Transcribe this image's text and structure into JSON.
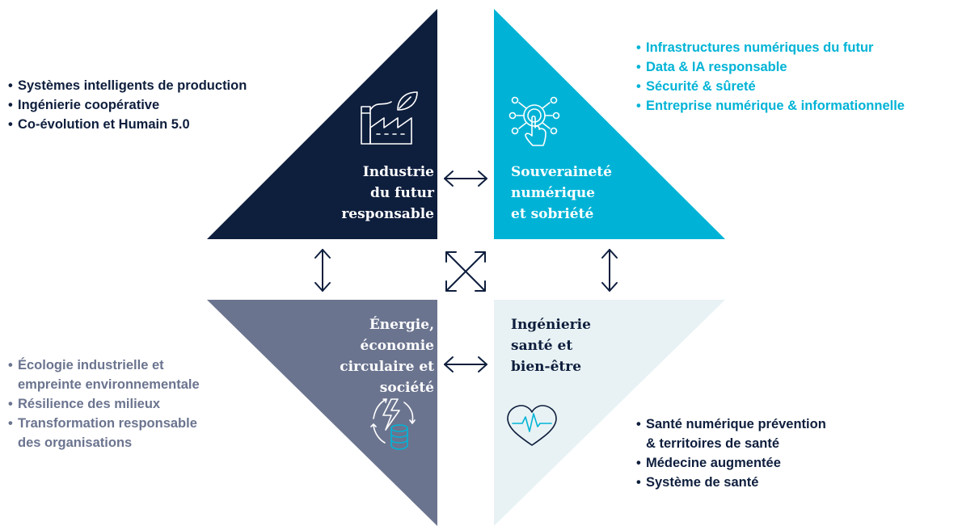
{
  "colors": {
    "industrie": "#0e1e3d",
    "souverainete": "#00b3d6",
    "energie": "#6b748f",
    "sante": "#e8f2f4",
    "arrows": "#0e1e3d"
  },
  "quadrants": {
    "industrie": {
      "title_lines": [
        "Industrie",
        "du futur",
        "responsable"
      ],
      "icon": "factory-leaf-icon",
      "bullets": [
        [
          "Systèmes intelligents de production"
        ],
        [
          "Ingénierie coopérative"
        ],
        [
          "Co-évolution et Humain 5.0"
        ]
      ]
    },
    "souverainete": {
      "title_lines": [
        "Souveraineté",
        "numérique",
        "et sobriété"
      ],
      "icon": "touch-network-icon",
      "bullets": [
        [
          "Infrastructures numériques du futur"
        ],
        [
          "Data & IA responsable"
        ],
        [
          "Sécurité & sûreté"
        ],
        [
          "Entreprise numérique & informationnelle"
        ]
      ]
    },
    "energie": {
      "title_lines": [
        "Énergie,",
        "économie",
        "circulaire et",
        "société"
      ],
      "icon": "energy-cycle-icon",
      "bullets": [
        [
          "Écologie industrielle et",
          "empreinte environnementale"
        ],
        [
          "Résilience des milieux"
        ],
        [
          "Transformation responsable",
          "des organisations"
        ]
      ]
    },
    "sante": {
      "title_lines": [
        "Ingénierie",
        "santé et",
        "bien-être"
      ],
      "icon": "heart-pulse-icon",
      "bullets": [
        [
          "Santé numérique prévention",
          "& territoires de santé"
        ],
        [
          "Médecine augmentée"
        ],
        [
          "Système de santé"
        ]
      ]
    }
  }
}
